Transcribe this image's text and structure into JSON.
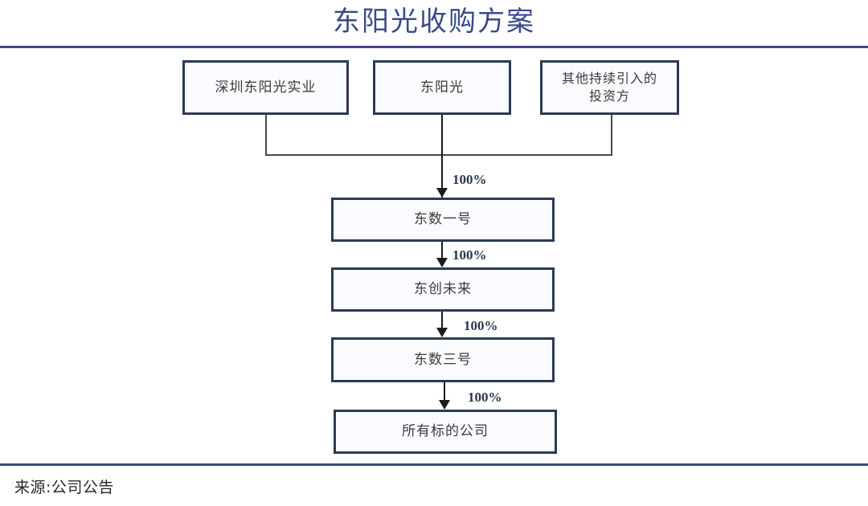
{
  "page": {
    "title": "东阳光收购方案",
    "title_color": "#3b4a86",
    "rule_color": "#3f4a80",
    "source": "来源:公司公告",
    "background": "#ffffff"
  },
  "diagram": {
    "box_border_color": "#2b3a55",
    "box_fill_color": "#fafbfe",
    "connector_color": "#1b1b1b",
    "shareholders": [
      {
        "id": "shenzhen-dongyangguang-industry",
        "label": "深圳东阳光实业"
      },
      {
        "id": "dongyangguang",
        "label": "东阳光"
      },
      {
        "id": "other-investors",
        "label": "其他持续引入的\n投资方"
      }
    ],
    "chain": [
      {
        "id": "dongshu-no1",
        "label": "东数一号"
      },
      {
        "id": "dongchuang-weilai",
        "label": "东创未来"
      },
      {
        "id": "dongshu-no3",
        "label": "东数三号"
      },
      {
        "id": "all-target-companies",
        "label": "所有标的公司"
      }
    ],
    "ownership_labels": [
      "100%",
      "100%",
      "100%",
      "100%"
    ]
  }
}
